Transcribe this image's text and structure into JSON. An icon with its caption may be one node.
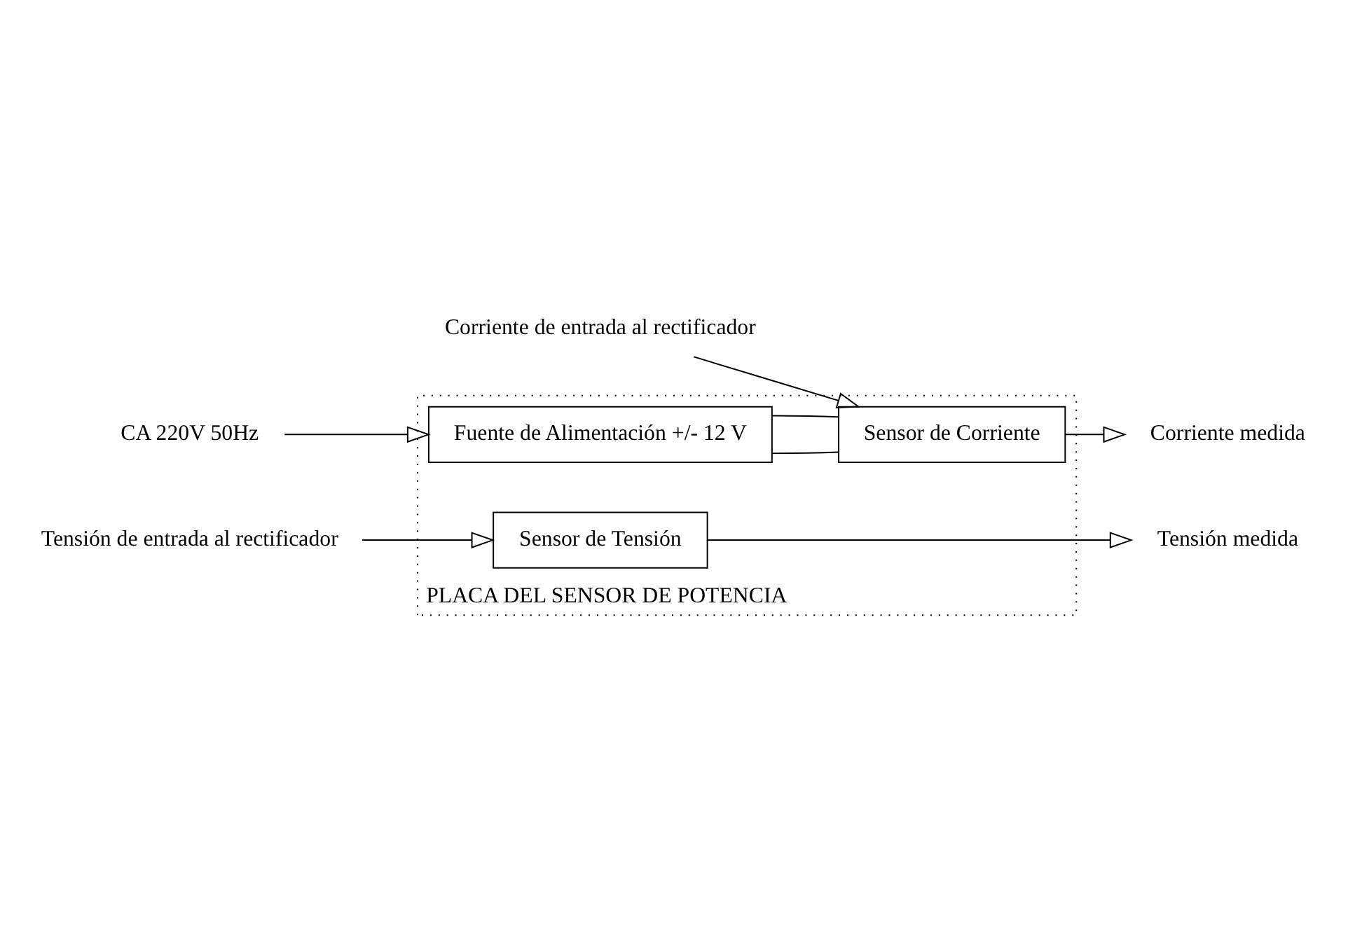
{
  "diagram": {
    "nodes": [
      {
        "text": [
          "PLACA DEL SENSOR DE POTENCIA"
        ]
      },
      {
        "text": [
          "Fuente de Alimentación +/- 12 V"
        ],
        "in": 0
      },
      {
        "text": [
          "Sensor de Corriente"
        ],
        "in": 0
      },
      {
        "text": [
          "Sensor de Tensión"
        ],
        "in": 0
      },
      {
        "text": [
          "CA 220V 50Hz"
        ]
      },
      {
        "text": [
          "Corriente de entrada al rectificador"
        ]
      },
      {
        "text": [
          "Corriente medida"
        ]
      },
      {
        "text": [
          "Tensión medida"
        ]
      },
      {
        "text": [
          "Tensión de entrada al rectificador"
        ]
      }
    ],
    "edges": [
      {
        "from": 4,
        "to": 1,
        "arrow": "to"
      },
      {
        "from": 1,
        "to": 2,
        "arrow": "none"
      },
      {
        "from": 1,
        "to": 2,
        "arrow": "none"
      },
      {
        "from": 5,
        "to": 2,
        "arrow": "to"
      },
      {
        "from": 2,
        "to": 6,
        "arrow": "to"
      },
      {
        "from": 3,
        "to": 7,
        "arrow": "to"
      },
      {
        "from": 8,
        "to": 3,
        "arrow": "to"
      }
    ]
  }
}
